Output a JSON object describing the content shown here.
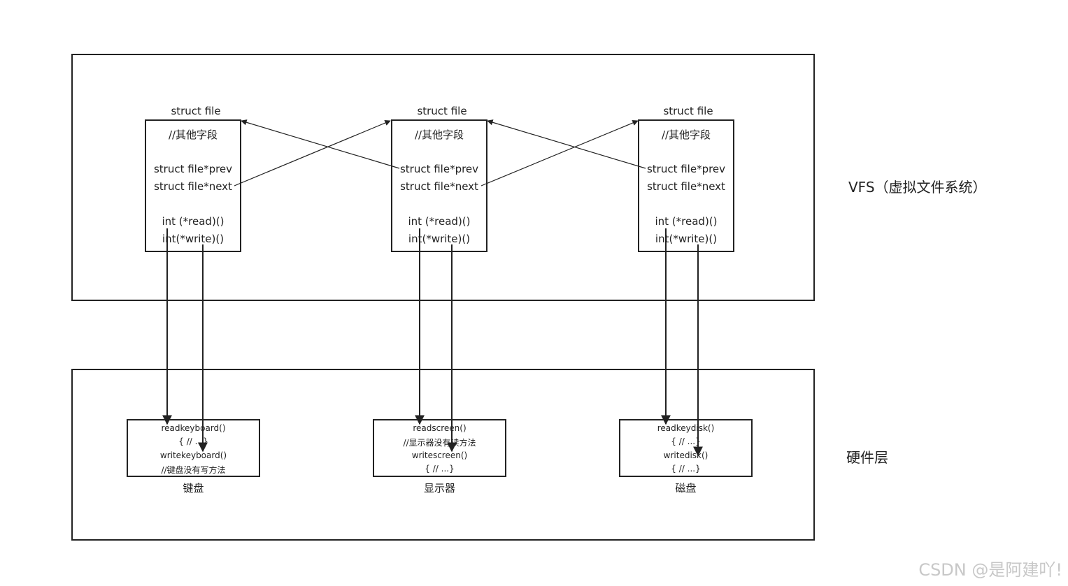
{
  "layers": {
    "vfs_label": "VFS（虚拟文件系统）",
    "hardware_label": "硬件层"
  },
  "files": [
    {
      "title": "struct file",
      "lines": [
        "//其他字段",
        "struct file*prev",
        "struct file*next",
        "int (*read)()",
        "int(*write)()"
      ]
    },
    {
      "title": "struct file",
      "lines": [
        "//其他字段",
        "struct file*prev",
        "struct file*next",
        "int (*read)()",
        "int(*write)()"
      ]
    },
    {
      "title": "struct file",
      "lines": [
        "//其他字段",
        "struct file*prev",
        "struct file*next",
        "int (*read)()",
        "int(*write)()"
      ]
    }
  ],
  "devices": [
    {
      "name": "键盘",
      "lines": [
        "readkeyboard()",
        "{ // ...}",
        "writekeyboard()",
        "//键盘没有写方法"
      ]
    },
    {
      "name": "显示器",
      "lines": [
        "readscreen()",
        "//显示器没有读方法",
        "writescreen()",
        "{ // ...}"
      ]
    },
    {
      "name": "磁盘",
      "lines": [
        "readkeydisk()",
        "{ // ...}",
        "writedisk()",
        "{ // ...}"
      ]
    }
  ],
  "watermark": "CSDN @是阿建吖!"
}
